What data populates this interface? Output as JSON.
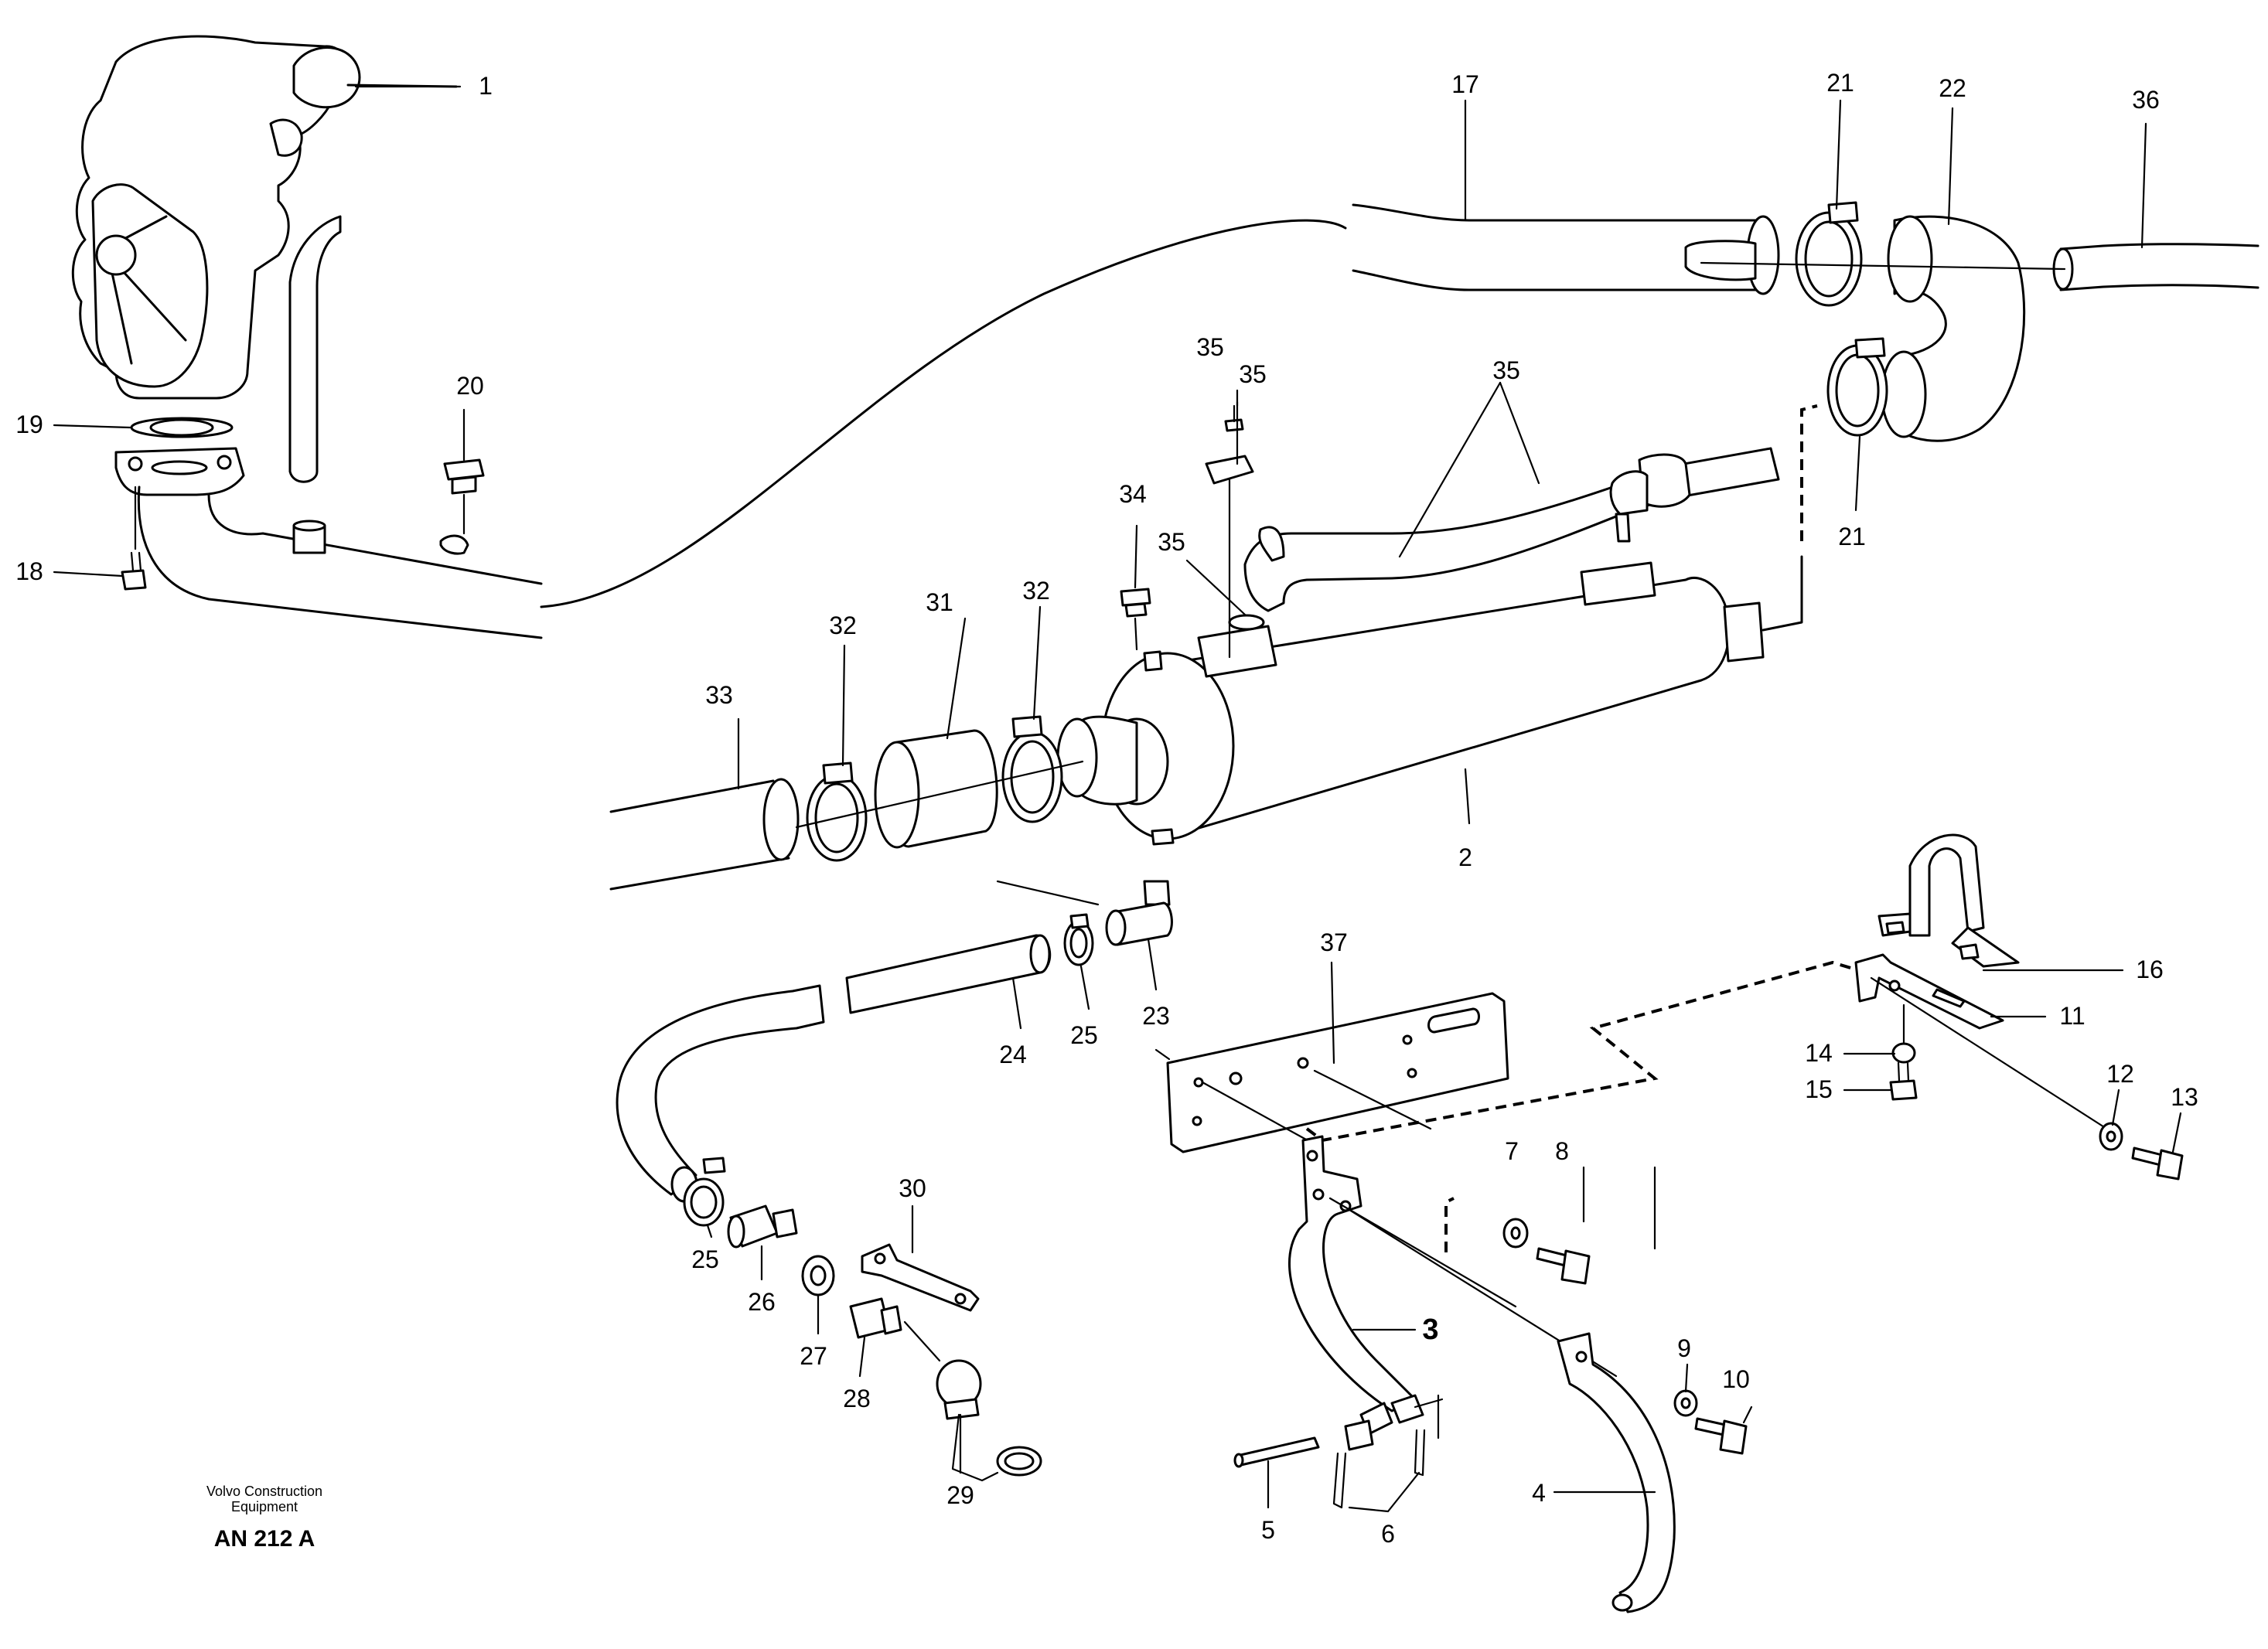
{
  "diagram": {
    "callouts": [
      {
        "id": "c1",
        "text": "1"
      },
      {
        "id": "c2",
        "text": "2"
      },
      {
        "id": "c3",
        "text": "3"
      },
      {
        "id": "c4",
        "text": "4"
      },
      {
        "id": "c5",
        "text": "5"
      },
      {
        "id": "c6",
        "text": "6"
      },
      {
        "id": "c7",
        "text": "7"
      },
      {
        "id": "c8",
        "text": "8"
      },
      {
        "id": "c9",
        "text": "9"
      },
      {
        "id": "c10",
        "text": "10"
      },
      {
        "id": "c11",
        "text": "11"
      },
      {
        "id": "c12",
        "text": "12"
      },
      {
        "id": "c13",
        "text": "13"
      },
      {
        "id": "c14",
        "text": "14"
      },
      {
        "id": "c15",
        "text": "15"
      },
      {
        "id": "c16",
        "text": "16"
      },
      {
        "id": "c17",
        "text": "17"
      },
      {
        "id": "c18",
        "text": "18"
      },
      {
        "id": "c19",
        "text": "19"
      },
      {
        "id": "c20",
        "text": "20"
      },
      {
        "id": "c21a",
        "text": "21"
      },
      {
        "id": "c21b",
        "text": "21"
      },
      {
        "id": "c22",
        "text": "22"
      },
      {
        "id": "c23",
        "text": "23"
      },
      {
        "id": "c24",
        "text": "24"
      },
      {
        "id": "c25a",
        "text": "25"
      },
      {
        "id": "c25b",
        "text": "25"
      },
      {
        "id": "c26",
        "text": "26"
      },
      {
        "id": "c27",
        "text": "27"
      },
      {
        "id": "c28",
        "text": "28"
      },
      {
        "id": "c29",
        "text": "29"
      },
      {
        "id": "c30",
        "text": "30"
      },
      {
        "id": "c31",
        "text": "31"
      },
      {
        "id": "c32a",
        "text": "32"
      },
      {
        "id": "c32b",
        "text": "32"
      },
      {
        "id": "c33",
        "text": "33"
      },
      {
        "id": "c34",
        "text": "34"
      },
      {
        "id": "c35a",
        "text": "35"
      },
      {
        "id": "c35b",
        "text": "35"
      },
      {
        "id": "c35c",
        "text": "35"
      },
      {
        "id": "c35d",
        "text": "35"
      },
      {
        "id": "c36",
        "text": "36"
      },
      {
        "id": "c37",
        "text": "37"
      }
    ],
    "credit_line1": "Volvo Construction",
    "credit_line2": "Equipment",
    "drawing_code": "AN 212 A"
  }
}
